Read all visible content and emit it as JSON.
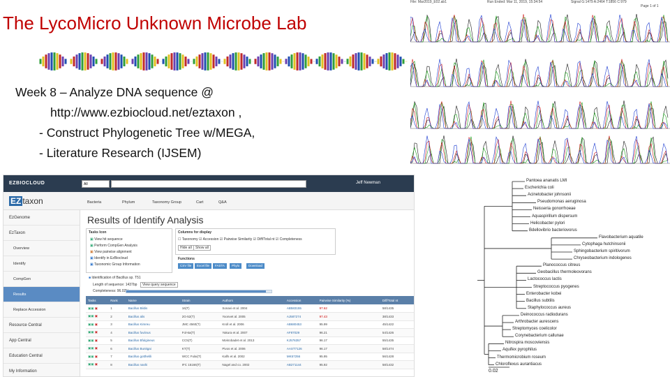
{
  "slide": {
    "title": "The LycoMicro Unknown Microbe Lab",
    "bullets": [
      "Week 8 – Analyze DNA sequence @",
      "http://www.ezbiocloud.net/eztaxon ,",
      "- Construct Phylogenetic Tree w/MEGA,",
      "- Literature Research (IJSEM)"
    ]
  },
  "chromatogram": {
    "header_left": "File: Mar2019_E02.ab1",
    "header_run": "Run Ended: Mar 11, 2019, 15:34:54",
    "header_signal": "Signal G:1479 A:2464 T:1856 C:979",
    "header_right": "Page 1 of 1"
  },
  "ezbiocloud": {
    "brand": "EZBIOCLOUD",
    "search_select": "All",
    "user": "Jeff Newman",
    "logo_ez": "EZ",
    "logo_taxon": "taxon",
    "nav": [
      "Bacteria",
      "Phylum",
      "Taxonomy Group",
      "Cart",
      "Q&A"
    ],
    "sidebar": [
      "EzGenome",
      "EzTaxon",
      "Overview",
      "Identify",
      "CompGen",
      "Results",
      "Replace Accession",
      "Resource Central",
      "App Central",
      "Education Central",
      "My Information"
    ],
    "results_title": "Results of Identify Analysis",
    "tasks_label": "Tasks Icon",
    "task_items": [
      "View hit sequence",
      "Perform CompGen Analysis",
      "View pairwise alignment",
      "Identify in EzBiocloud",
      "Taxonomic Group Information"
    ],
    "columns_label": "Columns for display",
    "column_opts": [
      "Taxonomy",
      "Accession",
      "Pairwise Similarity",
      "Diff/Total nt",
      "Completeness"
    ],
    "hide_all": "Hide all",
    "show_all": "Show all",
    "functions_label": "Functions",
    "functions": [
      "CSV file",
      "Excel file",
      "FASTA",
      "Phylo",
      "Download"
    ],
    "identification": "Identification of Bacillus sp. T51",
    "length_label": "Length of sequence: 1437bp",
    "view_query": "View query sequence",
    "completeness": "Completeness: 96.02%",
    "table_headers": [
      "Tasks",
      "Rank",
      "Name",
      "Strain",
      "Authors",
      "Accession",
      "Pairwise Similarity (%)",
      "Diff/Total nt"
    ],
    "rows": [
      {
        "rank": "1",
        "name": "Bacillus Bildis",
        "strain": "16(T)",
        "authors": "Sonavi et al. 2004",
        "acc": "AB583155",
        "sim": "97.62",
        "diff": "58/1435"
      },
      {
        "rank": "2",
        "name": "Bacillus alis",
        "strain": "2G-52(T)",
        "authors": "Yoonvet al. 2005",
        "acc": "AJ587274",
        "sim": "97.43",
        "diff": "38/1433"
      },
      {
        "rank": "3",
        "name": "Bacillus Kimreu",
        "strain": "JMC 4560(T)",
        "authors": "Kroll et al. 2006",
        "acc": "AB680453",
        "sim": "95.99",
        "diff": "45/1422"
      },
      {
        "rank": "4",
        "name": "Bacillus fuviinus",
        "strain": "Fol-6a(T)",
        "authors": "Yakura et al. 2007",
        "acc": "AF87029",
        "sim": "96.21",
        "diff": "54/1426"
      },
      {
        "rank": "5",
        "name": "Bacillus Bfulgineus",
        "strain": "CC5(T)",
        "authors": "Mokrobadet et al. 2013",
        "acc": "KJ576357",
        "sim": "96.17",
        "diff": "55/1435"
      },
      {
        "rank": "6",
        "name": "Bacillus Bunitgai",
        "strain": "KT(T)",
        "authors": "Pivos et al. 2006",
        "acc": "AAST7126",
        "sim": "96.17",
        "diff": "58/1474"
      },
      {
        "rank": "7",
        "name": "Bacillus gotthelili",
        "strain": "WCC Fulai(T)",
        "authors": "Kalfs et al. 2002",
        "acc": "MK57256",
        "sim": "95.95",
        "diff": "56/1428"
      },
      {
        "rank": "8",
        "name": "Bacillus nashi",
        "strain": "IFC 15166(T)",
        "authors": "Nagel and co. 2002",
        "acc": "AB271144",
        "sim": "95.92",
        "diff": "58/1432"
      }
    ]
  },
  "tree": {
    "taxa": [
      "Pantoea ananatis LMI",
      "Escherichia coli",
      "Acinetobacter johnsonii",
      "Pseudomonas aeruginosa",
      "Neisseria gonorrhoeae",
      "Aquaspirillum dispersum",
      "Helicobacter pylori",
      "Bdellovibrio bacteriovorus",
      "Flavobacterium aquatile",
      "Cytophaga hutchinsonii",
      "Sphingobacterium spiritivorum",
      "Chryseobacterium indologenes",
      "Planococcus citreus",
      "Geobacillus thermoleovorans",
      "Lactococcus lactis",
      "Streptococcus pyogenes",
      "Enterobacter kobei",
      "Bacillus subtilis",
      "Staphylococcus aureus",
      "Deinococcus radiodurans",
      "Arthrobacter aurescens",
      "Streptomyces coelicolor",
      "Corynebacterium callunae",
      "Nitrospira moscoviensis",
      "Aquifex pyrophilus",
      "Thermomicrobium roseum",
      "Chloroflexus aurantiacus"
    ],
    "scale_label": "0.02"
  }
}
